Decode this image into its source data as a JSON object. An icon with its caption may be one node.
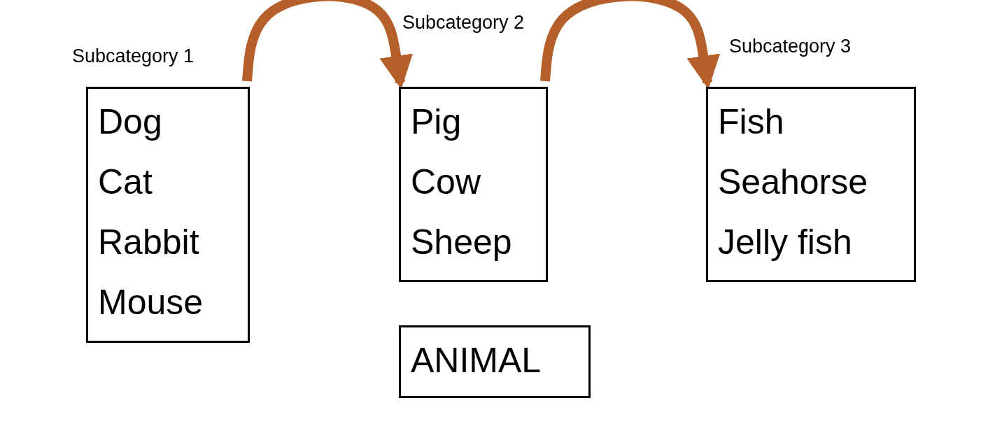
{
  "diagram": {
    "nodes": [
      {
        "text": [
          "Subcategory 1",
          "Dog",
          "Cat",
          "Rabbit",
          "Mouse"
        ]
      },
      {
        "text": [
          "Subcategory 2",
          "Pig",
          "Cow",
          "Sheep"
        ]
      },
      {
        "text": [
          "Subcategory 3",
          "Fish",
          "Seahorse",
          "Jelly fish"
        ]
      },
      {
        "text": [
          "ANIMAL"
        ]
      }
    ],
    "edges": [
      {
        "from": 0,
        "to": 1,
        "arrow": "to"
      },
      {
        "from": 1,
        "to": 2,
        "arrow": "to"
      }
    ]
  }
}
